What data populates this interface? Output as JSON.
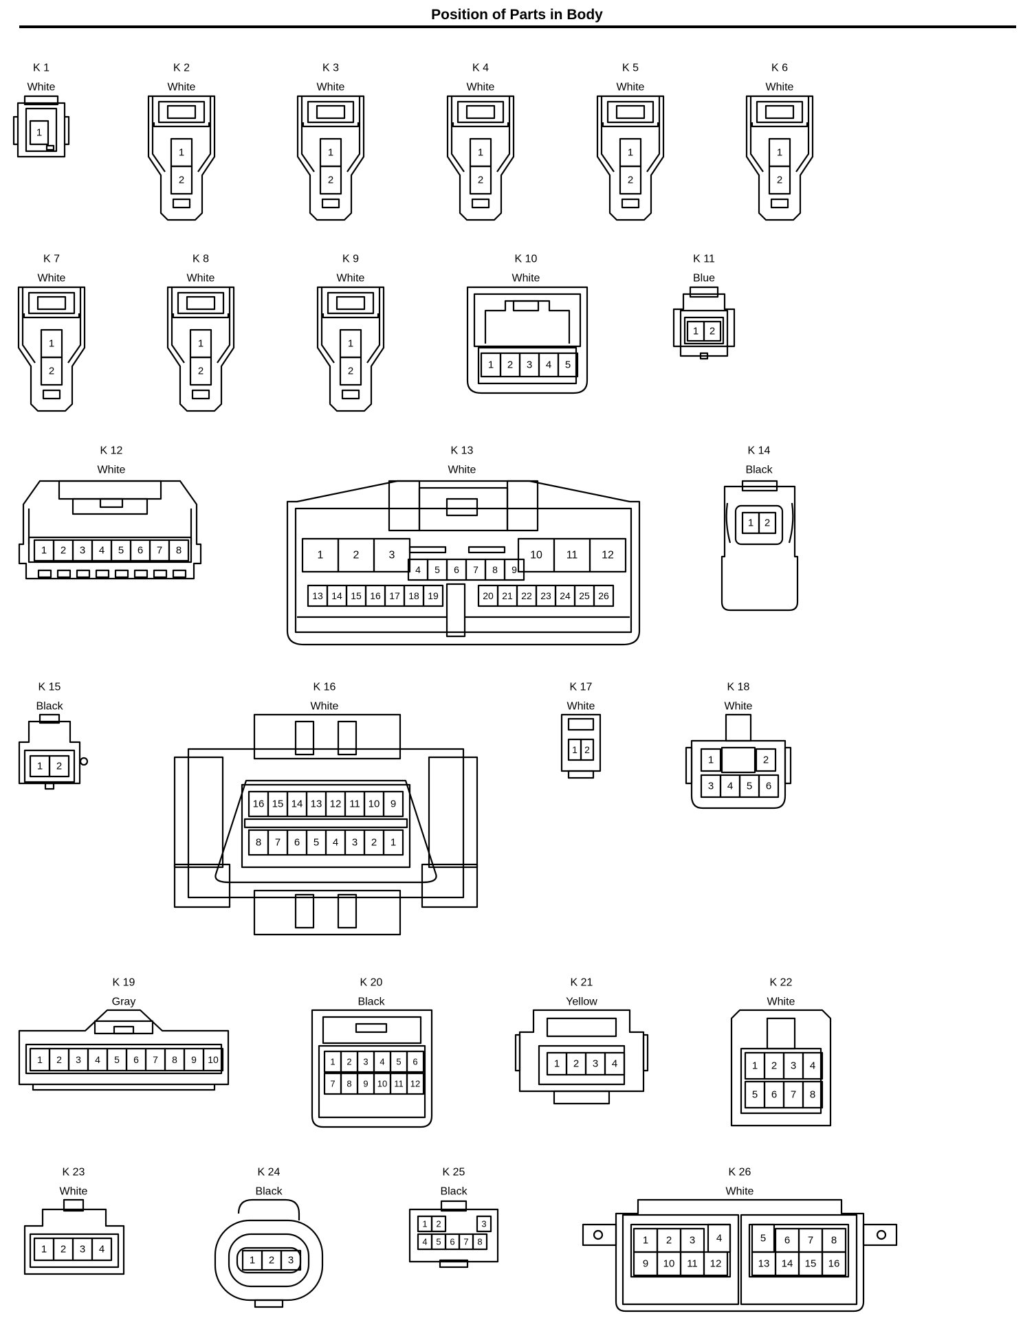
{
  "title": "Position of Parts in Body",
  "connectors": [
    {
      "id": "K 1",
      "color": "White",
      "pins": [
        "1"
      ]
    },
    {
      "id": "K 2",
      "color": "White",
      "pins": [
        "1",
        "2"
      ]
    },
    {
      "id": "K 3",
      "color": "White",
      "pins": [
        "1",
        "2"
      ]
    },
    {
      "id": "K 4",
      "color": "White",
      "pins": [
        "1",
        "2"
      ]
    },
    {
      "id": "K 5",
      "color": "White",
      "pins": [
        "1",
        "2"
      ]
    },
    {
      "id": "K 6",
      "color": "White",
      "pins": [
        "1",
        "2"
      ]
    },
    {
      "id": "K 7",
      "color": "White",
      "pins": [
        "1",
        "2"
      ]
    },
    {
      "id": "K 8",
      "color": "White",
      "pins": [
        "1",
        "2"
      ]
    },
    {
      "id": "K 9",
      "color": "White",
      "pins": [
        "1",
        "2"
      ]
    },
    {
      "id": "K 10",
      "color": "White",
      "pins": [
        "1",
        "2",
        "3",
        "4",
        "5"
      ]
    },
    {
      "id": "K 11",
      "color": "Blue",
      "pins": [
        "1",
        "2"
      ]
    },
    {
      "id": "K 12",
      "color": "White",
      "pins": [
        "1",
        "2",
        "3",
        "4",
        "5",
        "6",
        "7",
        "8"
      ]
    },
    {
      "id": "K 13",
      "color": "White",
      "pins": [
        "1",
        "2",
        "3",
        "4",
        "5",
        "6",
        "7",
        "8",
        "9",
        "10",
        "11",
        "12",
        "13",
        "14",
        "15",
        "16",
        "17",
        "18",
        "19",
        "20",
        "21",
        "22",
        "23",
        "24",
        "25",
        "26"
      ]
    },
    {
      "id": "K 14",
      "color": "Black",
      "pins": [
        "1",
        "2"
      ]
    },
    {
      "id": "K 15",
      "color": "Black",
      "pins": [
        "1",
        "2"
      ]
    },
    {
      "id": "K 16",
      "color": "White",
      "pins": [
        "16",
        "15",
        "14",
        "13",
        "12",
        "11",
        "10",
        "9",
        "8",
        "7",
        "6",
        "5",
        "4",
        "3",
        "2",
        "1"
      ]
    },
    {
      "id": "K 17",
      "color": "White",
      "pins": [
        "1",
        "2"
      ]
    },
    {
      "id": "K 18",
      "color": "White",
      "pins": [
        "1",
        "2",
        "3",
        "4",
        "5",
        "6"
      ]
    },
    {
      "id": "K 19",
      "color": "Gray",
      "pins": [
        "1",
        "2",
        "3",
        "4",
        "5",
        "6",
        "7",
        "8",
        "9",
        "10"
      ]
    },
    {
      "id": "K 20",
      "color": "Black",
      "pins": [
        "1",
        "2",
        "3",
        "4",
        "5",
        "6",
        "7",
        "8",
        "9",
        "10",
        "11",
        "12"
      ]
    },
    {
      "id": "K 21",
      "color": "Yellow",
      "pins": [
        "1",
        "2",
        "3",
        "4"
      ]
    },
    {
      "id": "K 22",
      "color": "White",
      "pins": [
        "1",
        "2",
        "3",
        "4",
        "5",
        "6",
        "7",
        "8"
      ]
    },
    {
      "id": "K 23",
      "color": "White",
      "pins": [
        "1",
        "2",
        "3",
        "4"
      ]
    },
    {
      "id": "K 24",
      "color": "Black",
      "pins": [
        "1",
        "2",
        "3"
      ]
    },
    {
      "id": "K 25",
      "color": "Black",
      "pins": [
        "1",
        "2",
        "3",
        "4",
        "5",
        "6",
        "7",
        "8"
      ]
    },
    {
      "id": "K 26",
      "color": "White",
      "pins": [
        "1",
        "2",
        "3",
        "4",
        "5",
        "6",
        "7",
        "8",
        "9",
        "10",
        "11",
        "12",
        "13",
        "14",
        "15",
        "16"
      ]
    }
  ]
}
